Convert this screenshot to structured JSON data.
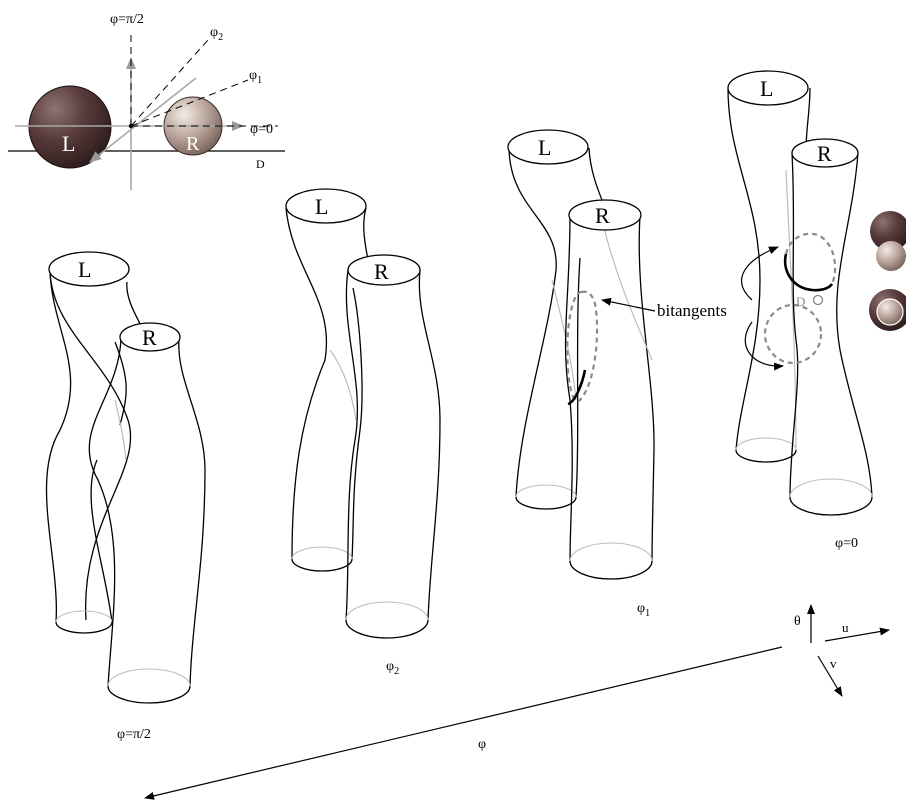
{
  "inset": {
    "phi_half_pi": "φ=π/2",
    "phi_2": "φ",
    "phi_2_sub": "2",
    "phi_1": "φ",
    "phi_1_sub": "1",
    "phi_0": "φ=0",
    "sphere_left": "L",
    "sphere_right": "R",
    "plane_label": "D"
  },
  "tubes": {
    "left_label": "L",
    "right_label": "R"
  },
  "captions": {
    "half_pi": "φ=π/2",
    "phi2": "φ",
    "phi2_sub": "2",
    "phi1": "φ",
    "phi1_sub": "1",
    "zero": "φ=0"
  },
  "bitangents_label": "bitangents",
  "d_marker": "D",
  "axes": {
    "theta": "θ",
    "u": "u",
    "v": "v",
    "phi": "φ"
  },
  "colors": {
    "sphere_dark": "#4a3232",
    "sphere_light": "#b09a90",
    "hidden_line": "#b8b8b8",
    "dashed_curve": "#8a8a8a"
  }
}
